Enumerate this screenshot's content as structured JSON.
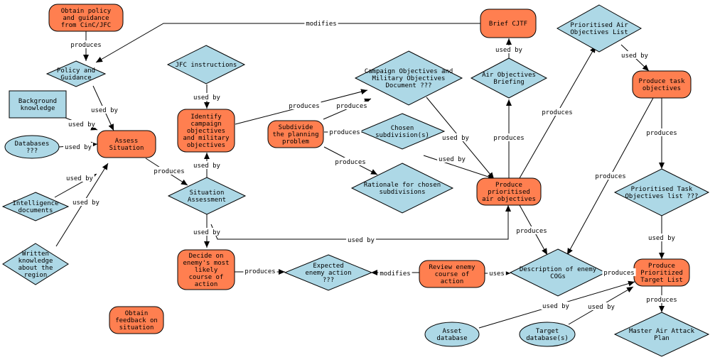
{
  "colors": {
    "process": "#ff7f50",
    "document": "#add8e6",
    "line": "#000000"
  },
  "nodes": [
    {
      "id": "obtain_policy",
      "shape": "process",
      "label": [
        "Obtain policy",
        "and guidance",
        "from CinC/JFC"
      ]
    },
    {
      "id": "policy",
      "shape": "diamond",
      "label": [
        "Policy and",
        "Guidance"
      ]
    },
    {
      "id": "background",
      "shape": "box",
      "label": [
        "Background",
        "knowledge"
      ]
    },
    {
      "id": "databases",
      "shape": "ellipse",
      "label": [
        "Databases",
        "???"
      ]
    },
    {
      "id": "intel",
      "shape": "diamond",
      "label": [
        "Intelligence",
        "documents"
      ]
    },
    {
      "id": "written",
      "shape": "diamond",
      "label": [
        "Written",
        "knowledge",
        "about the",
        "region"
      ]
    },
    {
      "id": "assess",
      "shape": "process",
      "label": [
        "Assess",
        "Situation"
      ]
    },
    {
      "id": "obtain_feedback",
      "shape": "process",
      "label": [
        "Obtain",
        "feedback on",
        "situation"
      ]
    },
    {
      "id": "jfc",
      "shape": "diamond",
      "label": [
        "JFC instructions"
      ]
    },
    {
      "id": "identify",
      "shape": "process",
      "label": [
        "Identify",
        "campaign",
        "objectives",
        "and military",
        "objectives"
      ]
    },
    {
      "id": "sitassess",
      "shape": "diamond",
      "label": [
        "Situation",
        "Assessment"
      ]
    },
    {
      "id": "decide",
      "shape": "process",
      "label": [
        "Decide on",
        "enemy's most",
        "likely",
        "course of",
        "action"
      ]
    },
    {
      "id": "expected",
      "shape": "diamond",
      "label": [
        "Expected",
        "enemy action",
        "???"
      ]
    },
    {
      "id": "subdivide",
      "shape": "process",
      "label": [
        "Subdivide",
        "the planning",
        "problem"
      ]
    },
    {
      "id": "campaign",
      "shape": "diamond",
      "label": [
        "Campaign Objectives and",
        "Military Objectives",
        "Document ???"
      ]
    },
    {
      "id": "chosen",
      "shape": "diamond",
      "label": [
        "Chosen",
        "subdivision(s)"
      ]
    },
    {
      "id": "rationale",
      "shape": "diamond",
      "label": [
        "Rationale for chosen",
        "subdivisions"
      ]
    },
    {
      "id": "brief",
      "shape": "process",
      "label": [
        "Brief CJTF"
      ]
    },
    {
      "id": "airbrief",
      "shape": "diamond",
      "label": [
        "Air Objectives",
        "Briefing"
      ]
    },
    {
      "id": "producepri",
      "shape": "process",
      "label": [
        "Produce",
        "prioritised",
        "air objectives"
      ]
    },
    {
      "id": "review",
      "shape": "process",
      "label": [
        "Review enemy",
        "course of",
        "action"
      ]
    },
    {
      "id": "cogs",
      "shape": "diamond",
      "label": [
        "Description of enemy",
        "COGs"
      ]
    },
    {
      "id": "asset",
      "shape": "ellipse",
      "label": [
        "Asset",
        "database"
      ]
    },
    {
      "id": "target",
      "shape": "ellipse",
      "label": [
        "Target",
        "database(s)"
      ]
    },
    {
      "id": "priair",
      "shape": "diamond",
      "label": [
        "Prioritised Air",
        "Objectives List"
      ]
    },
    {
      "id": "producetask",
      "shape": "process",
      "label": [
        "Produce task",
        "objectives"
      ]
    },
    {
      "id": "pritask",
      "shape": "diamond",
      "label": [
        "Prioritised Task",
        "Objectives list ???"
      ]
    },
    {
      "id": "producetarget",
      "shape": "process",
      "label": [
        "Produce",
        "Prioritized",
        "Target List"
      ]
    },
    {
      "id": "master",
      "shape": "diamond",
      "label": [
        "Master Air Attack",
        "Plan"
      ]
    }
  ],
  "edges": [
    {
      "id": "e1",
      "label": "produces"
    },
    {
      "id": "e2",
      "label": "modifies"
    },
    {
      "id": "e3",
      "label": "used by"
    },
    {
      "id": "e4",
      "label": "used by"
    },
    {
      "id": "e5",
      "label": "used by"
    },
    {
      "id": "e6",
      "label": "used by"
    },
    {
      "id": "e7",
      "label": "used by"
    },
    {
      "id": "e8",
      "label": "produces"
    },
    {
      "id": "e9",
      "label": "used by"
    },
    {
      "id": "e10",
      "label": "used by"
    },
    {
      "id": "e11",
      "label": "used by"
    },
    {
      "id": "e12",
      "label": "used by"
    },
    {
      "id": "e13",
      "label": "produces"
    },
    {
      "id": "e14",
      "label": "produces"
    },
    {
      "id": "e15",
      "label": "produces"
    },
    {
      "id": "e16",
      "label": "produces"
    },
    {
      "id": "e17",
      "label": "produces"
    },
    {
      "id": "e18",
      "label": "used by"
    },
    {
      "id": "e19",
      "label": "used by"
    },
    {
      "id": "e20",
      "label": "produces"
    },
    {
      "id": "e21",
      "label": "used by"
    },
    {
      "id": "e22",
      "label": "produces"
    },
    {
      "id": "e23",
      "label": "produces"
    },
    {
      "id": "e24",
      "label": "modifies"
    },
    {
      "id": "e25",
      "label": "uses"
    },
    {
      "id": "e26",
      "label": "produces"
    },
    {
      "id": "e27",
      "label": "used by"
    },
    {
      "id": "e28",
      "label": "produces"
    },
    {
      "id": "e29",
      "label": "produces"
    },
    {
      "id": "e30",
      "label": "used by"
    },
    {
      "id": "e31",
      "label": "used by"
    },
    {
      "id": "e32",
      "label": "produces"
    },
    {
      "id": "e33",
      "label": "used by"
    },
    {
      "id": "e34",
      "label": "used by"
    }
  ]
}
